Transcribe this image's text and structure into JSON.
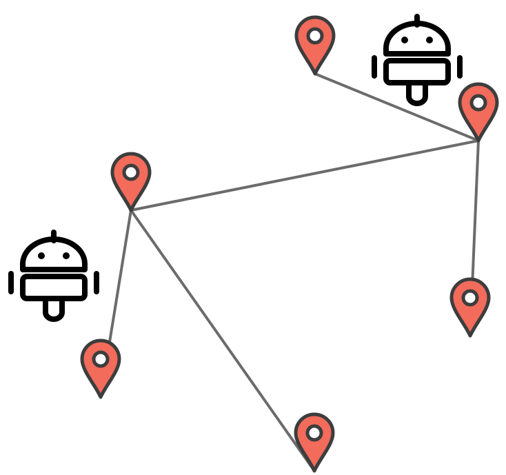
{
  "colors": {
    "pin_fill": "#f26b5b",
    "pin_outline": "#3d3d3d",
    "pin_hole": "#ffffff",
    "edge": "#6b6b6b",
    "robot": "#000000",
    "background": "#ffffff"
  },
  "icons": {
    "pin": "map-pin-icon",
    "robot": "robot-icon"
  },
  "nodes": [
    {
      "id": "pin-top"
    },
    {
      "id": "pin-upper-right"
    },
    {
      "id": "pin-left"
    },
    {
      "id": "pin-right"
    },
    {
      "id": "pin-bottom-left"
    },
    {
      "id": "pin-bottom-center"
    }
  ],
  "edges": [
    {
      "from": "pin-top",
      "to": "pin-upper-right"
    },
    {
      "from": "pin-upper-right",
      "to": "pin-left"
    },
    {
      "from": "pin-upper-right",
      "to": "pin-right"
    },
    {
      "from": "pin-left",
      "to": "pin-bottom-left"
    },
    {
      "from": "pin-left",
      "to": "pin-bottom-center"
    }
  ],
  "robots": [
    {
      "id": "robot-upper"
    },
    {
      "id": "robot-left"
    }
  ]
}
